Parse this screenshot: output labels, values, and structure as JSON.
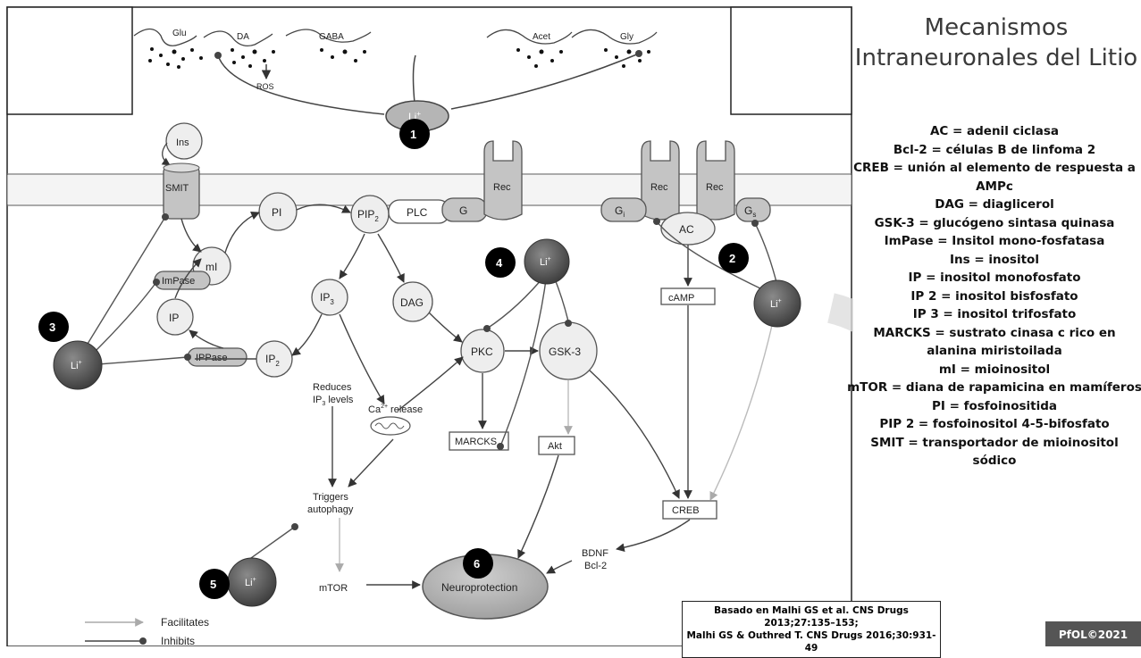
{
  "title": "Mecanismos Intraneuronales del Litio",
  "glossary": [
    "AC = adenil ciclasa",
    "Bcl-2 = células B de linfoma 2",
    "CREB = unión al elemento de respuesta a AMPc",
    "DAG = diaglicerol",
    "GSK-3 = glucógeno sintasa quinasa",
    "ImPase = Insitol mono-fosfatasa",
    "Ins = inositol",
    "IP = inositol monofosfato",
    "IP 2 = inositol bisfosfato",
    "IP 3 = inositol trifosfato",
    "MARCKS = sustrato cinasa c rico en alanina miristoilada",
    "mI = mioinositol",
    "mTOR = diana de rapamicina en mamíferos",
    "PI = fosfoinositida",
    "PIP 2 = fosfoinositol 4-5-bifosfato",
    "SMIT = transportador de mioinositol sódico"
  ],
  "reference": {
    "line1": "Basado en Malhi GS et al. CNS Drugs 2013;27:135–153;",
    "line2": "Malhi GS & Outhred T. CNS Drugs 2016;30:931-49"
  },
  "badge": "PfOL©2021",
  "neurotransmitters": [
    "Glu",
    "DA",
    "GABA",
    "Acet",
    "Gly"
  ],
  "nodes": {
    "li": "Li",
    "li_sup": "+",
    "ros": "ROS",
    "ins": "Ins",
    "smit": "SMIT",
    "mi": "mI",
    "pi": "PI",
    "pip2": "PIP",
    "pip2_sub": "2",
    "plc": "PLC",
    "g": "G",
    "rec": "Rec",
    "gi": "G",
    "gi_sub": "i",
    "gs": "G",
    "gs_sub": "s",
    "ac": "AC",
    "camp": "cAMP",
    "impase": "ImPase",
    "ip": "IP",
    "ip3": "IP",
    "ip3_sub": "3",
    "dag": "DAG",
    "ippase": "IPPase",
    "ip2": "IP",
    "ip2_sub": "2",
    "pkc": "PKC",
    "gsk3": "GSK-3",
    "reduces_1": "Reduces",
    "reduces_2": "IP",
    "reduces_2_sub": "3",
    "reduces_2_rest": "levels",
    "ca_release": "Ca",
    "ca_sup": "2+",
    "ca_rest": "release",
    "marcks": "MARCKS",
    "akt": "Akt",
    "creb": "CREB",
    "triggers_1": "Triggers",
    "triggers_2": "autophagy",
    "mtor": "mTOR",
    "neuroprotection": "Neuroprotection",
    "bdnf": "BDNF",
    "bcl2": "Bcl-2"
  },
  "legend": {
    "facilitates": "Facilitates",
    "inhibits": "Inhibits"
  },
  "markers": [
    "1",
    "2",
    "3",
    "4",
    "5",
    "6"
  ]
}
